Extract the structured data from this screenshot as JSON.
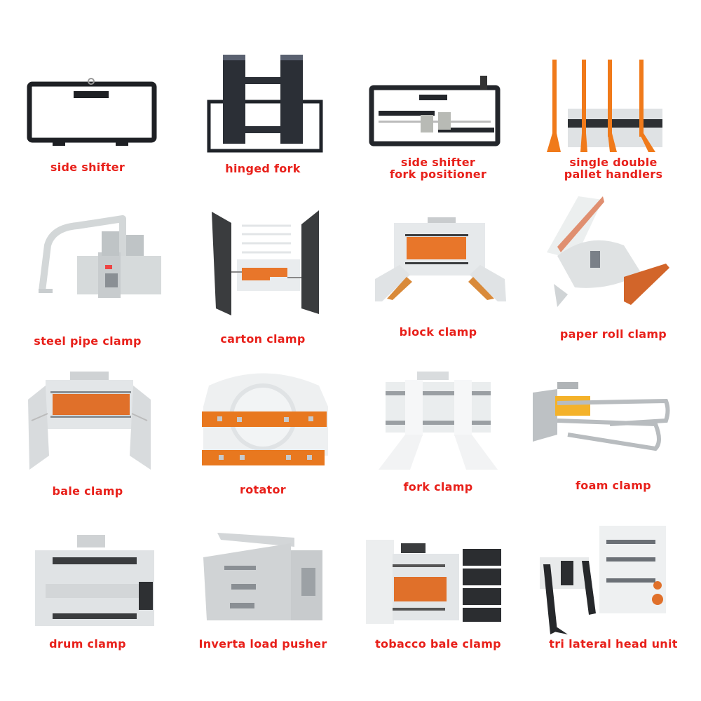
{
  "catalog": {
    "label_color": "#e8201a",
    "items": [
      {
        "label": "side shifter"
      },
      {
        "label": "hinged fork"
      },
      {
        "label": "side shifter",
        "label2": "fork positioner"
      },
      {
        "label": "single double",
        "label2": "pallet handlers"
      },
      {
        "label": "steel pipe clamp"
      },
      {
        "label": "carton clamp"
      },
      {
        "label": "block clamp"
      },
      {
        "label": "paper roll clamp"
      },
      {
        "label": "bale clamp"
      },
      {
        "label": "rotator"
      },
      {
        "label": "fork clamp"
      },
      {
        "label": "foam clamp"
      },
      {
        "label": "drum clamp"
      },
      {
        "label": "Inverta load pusher"
      },
      {
        "label": "tobacco bale clamp"
      },
      {
        "label": "tri lateral head unit"
      }
    ]
  }
}
